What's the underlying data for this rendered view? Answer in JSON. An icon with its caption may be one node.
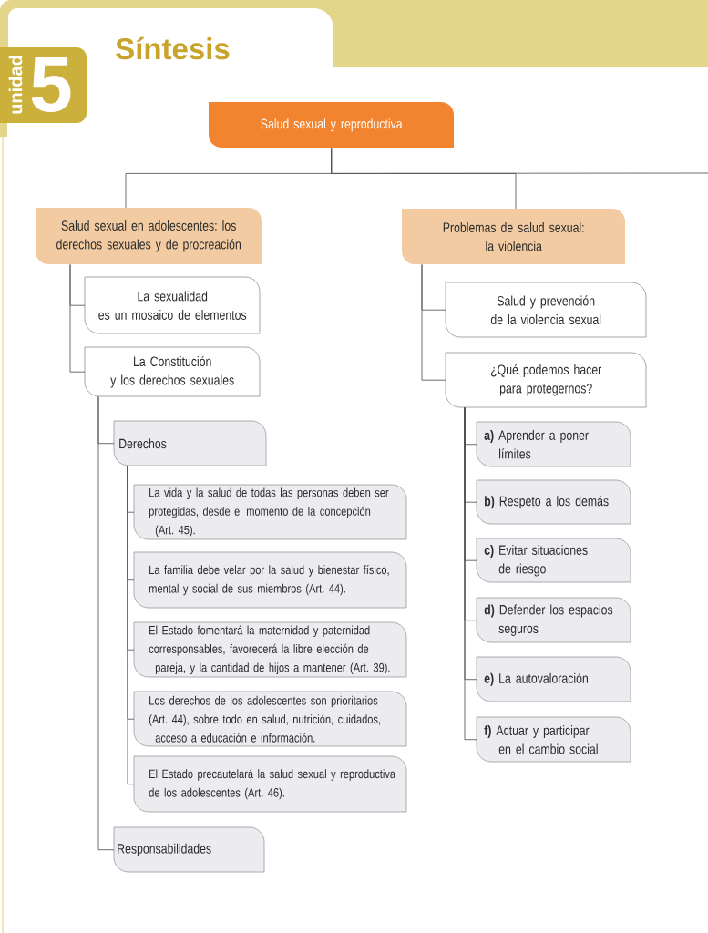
{
  "diagram": {
    "title": "Síntesis",
    "nodes": [
      {
        "text": [
          "Salud sexual y reproductiva"
        ]
      },
      {
        "text": [
          "Salud sexual en adolescentes: los derechos sexuales y de procreación"
        ]
      },
      {
        "text": [
          "Problemas de salud sexual: la violencia"
        ]
      },
      {
        "text": [
          "La sexualidad es un mosaico de elementos"
        ]
      },
      {
        "text": [
          "La Constitución y los derechos sexuales"
        ]
      },
      {
        "text": [
          "Derechos"
        ]
      },
      {
        "text": [
          "La vida y la salud de todas las personas deben ser protegidas, desde el momento de la concepción (Art. 45)."
        ]
      },
      {
        "text": [
          "La familia debe velar por la salud y bienestar físico, mental y social de sus miembros (Art. 44)."
        ]
      },
      {
        "text": [
          "El Estado fomentará la maternidad y paternidad corresponsables, favorecerá la libre elección de pareja, y la cantidad de hijos a mantener (Art. 39)."
        ]
      },
      {
        "text": [
          "Los derechos de los adolescentes son prioritarios (Art. 44), sobre todo en salud, nutrición, cuidados, acceso a educación e información."
        ]
      },
      {
        "text": [
          "El Estado precautelará la salud sexual y reproductiva de los adolescentes (Art. 46)."
        ]
      },
      {
        "text": [
          "Responsabilidades"
        ]
      },
      {
        "text": [
          "Salud y prevención de la violencia sexual"
        ]
      },
      {
        "text": [
          "¿Qué podemos hacer para protegernos?"
        ]
      },
      {
        "text": [
          "**a)** Aprender a poner límites"
        ]
      },
      {
        "text": [
          "**b)** Respeto a los demás"
        ]
      },
      {
        "text": [
          "**c)** Evitar situaciones de riesgo"
        ]
      },
      {
        "text": [
          "**d)** Defender los espacios seguros"
        ]
      },
      {
        "text": [
          "**e)** La autovaloración"
        ]
      },
      {
        "text": [
          "**f)** Actuar y participar en el cambio social"
        ]
      }
    ],
    "edges": [
      {
        "from": 0,
        "to": 1,
        "arrow": "none"
      },
      {
        "from": 0,
        "to": 2,
        "arrow": "none"
      },
      {
        "from": 0,
        "to": null,
        "arrow": "none"
      },
      {
        "from": 1,
        "to": 3,
        "arrow": "none"
      },
      {
        "from": 1,
        "to": 4,
        "arrow": "none"
      },
      {
        "from": 4,
        "to": 5,
        "arrow": "none"
      },
      {
        "from": 4,
        "to": 11,
        "arrow": "none"
      },
      {
        "from": 5,
        "to": 6,
        "arrow": "none"
      },
      {
        "from": 5,
        "to": 7,
        "arrow": "none"
      },
      {
        "from": 5,
        "to": 8,
        "arrow": "none"
      },
      {
        "from": 5,
        "to": 9,
        "arrow": "none"
      },
      {
        "from": 5,
        "to": 10,
        "arrow": "none"
      },
      {
        "from": 2,
        "to": 12,
        "arrow": "none"
      },
      {
        "from": 2,
        "to": 13,
        "arrow": "none"
      },
      {
        "from": 13,
        "to": 14,
        "arrow": "none"
      },
      {
        "from": 13,
        "to": 15,
        "arrow": "none"
      },
      {
        "from": 13,
        "to": 16,
        "arrow": "none"
      },
      {
        "from": 13,
        "to": 17,
        "arrow": "none"
      },
      {
        "from": 13,
        "to": 18,
        "arrow": "none"
      },
      {
        "from": 13,
        "to": 19,
        "arrow": "none"
      }
    ],
    "labels": [
      "unidad",
      "5"
    ]
  }
}
